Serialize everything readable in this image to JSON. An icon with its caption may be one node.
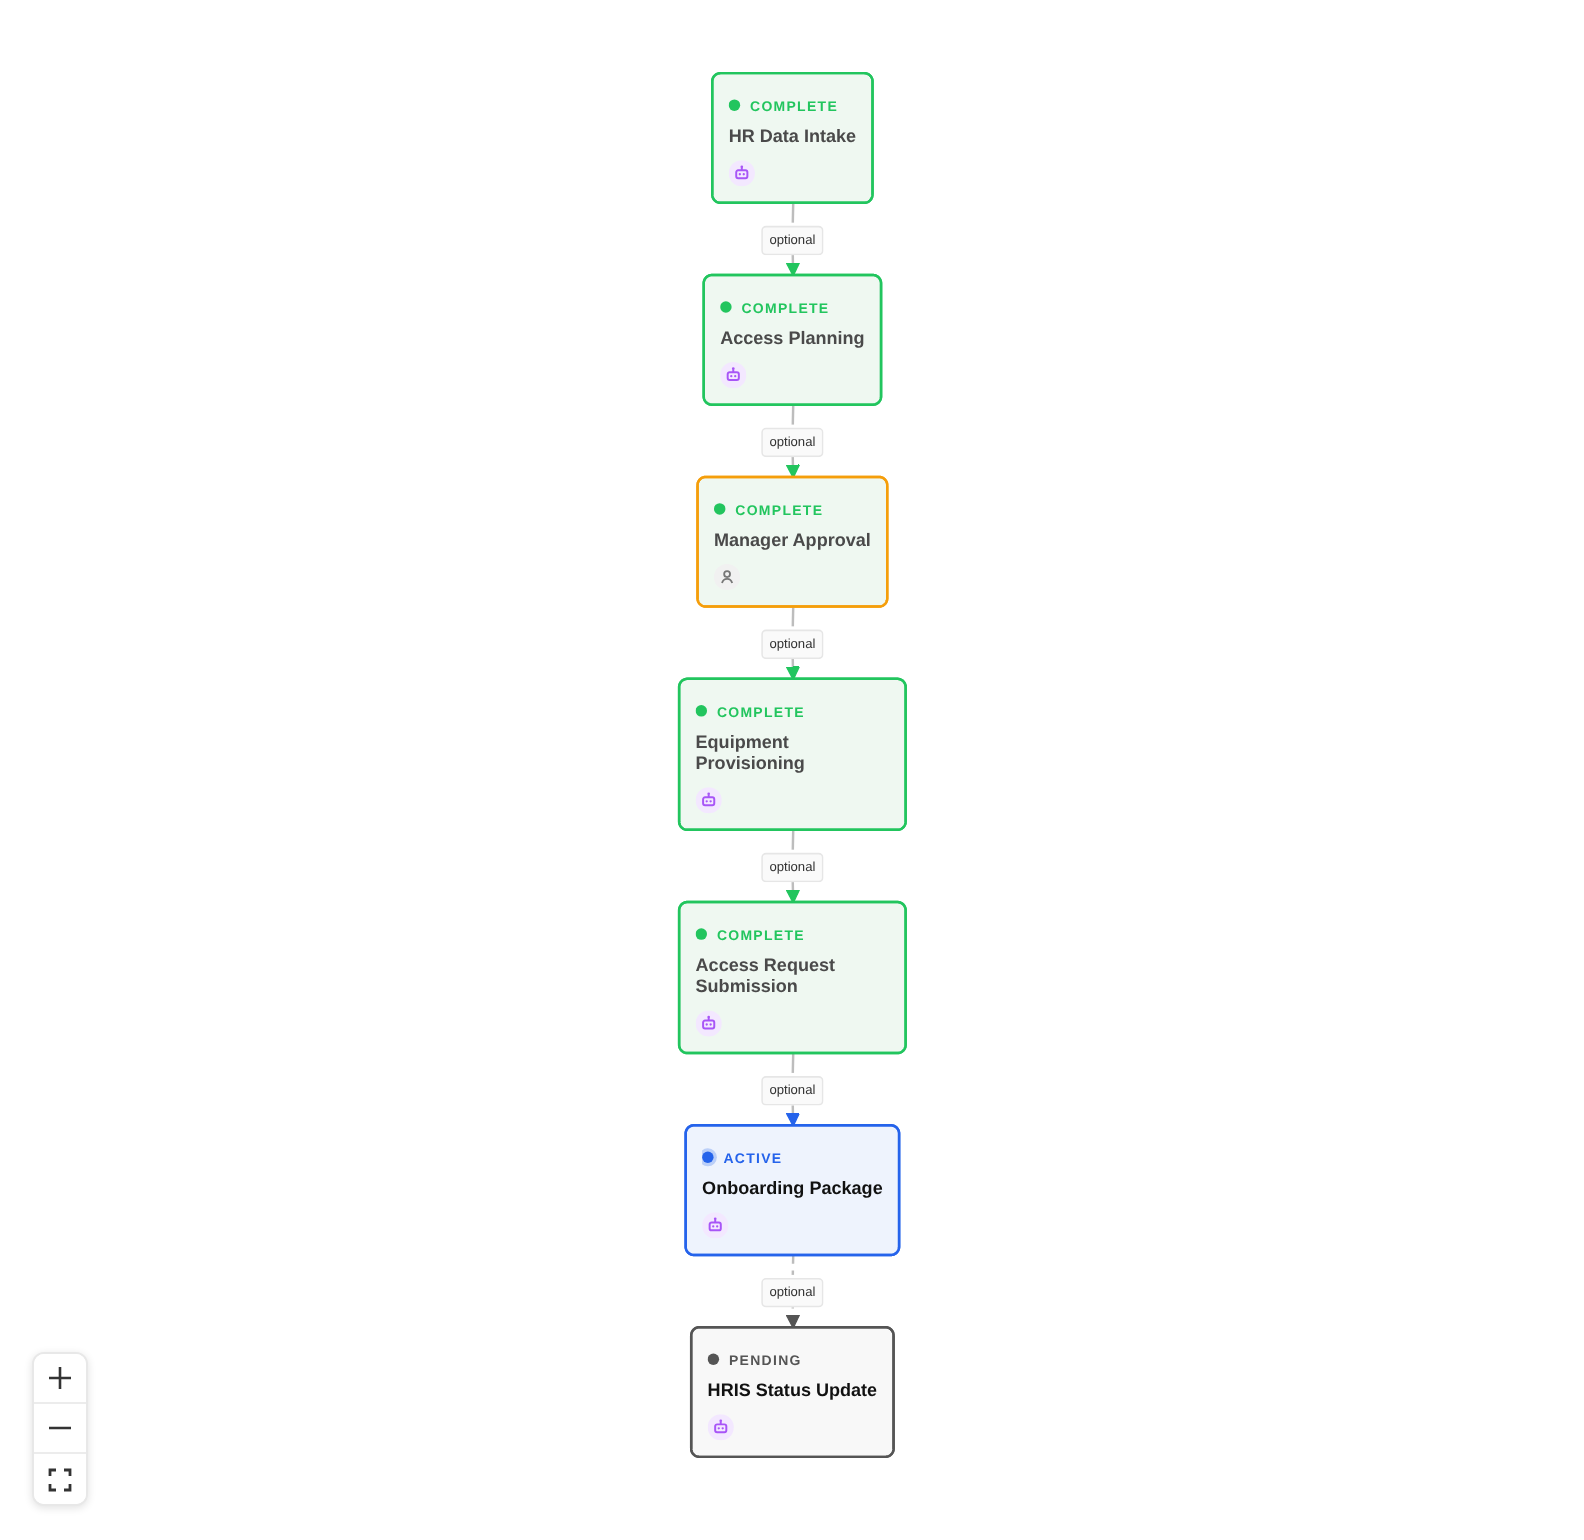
{
  "diagram": {
    "nodes": [
      {
        "text": [
          "COMPLETE",
          "HR Data Intake"
        ]
      },
      {
        "text": [
          "COMPLETE",
          "Access Planning"
        ]
      },
      {
        "text": [
          "COMPLETE",
          "Manager Approval"
        ]
      },
      {
        "text": [
          "COMPLETE",
          "Equipment Provisioning"
        ]
      },
      {
        "text": [
          "COMPLETE",
          "Access Request Submission"
        ]
      },
      {
        "text": [
          "ACTIVE",
          "Onboarding Package"
        ]
      },
      {
        "text": [
          "PENDING",
          "HRIS Status Update"
        ]
      }
    ],
    "edges": [
      {
        "from": 0,
        "to": 1,
        "arrow": "to",
        "label": "optional"
      },
      {
        "from": 1,
        "to": 2,
        "arrow": "to",
        "label": "optional"
      },
      {
        "from": 2,
        "to": 3,
        "arrow": "to",
        "label": "optional"
      },
      {
        "from": 3,
        "to": 4,
        "arrow": "to",
        "label": "optional"
      },
      {
        "from": 4,
        "to": 5,
        "arrow": "to",
        "label": "optional"
      },
      {
        "from": 5,
        "to": 6,
        "arrow": "to",
        "label": "optional",
        "style": "dashed"
      }
    ]
  }
}
